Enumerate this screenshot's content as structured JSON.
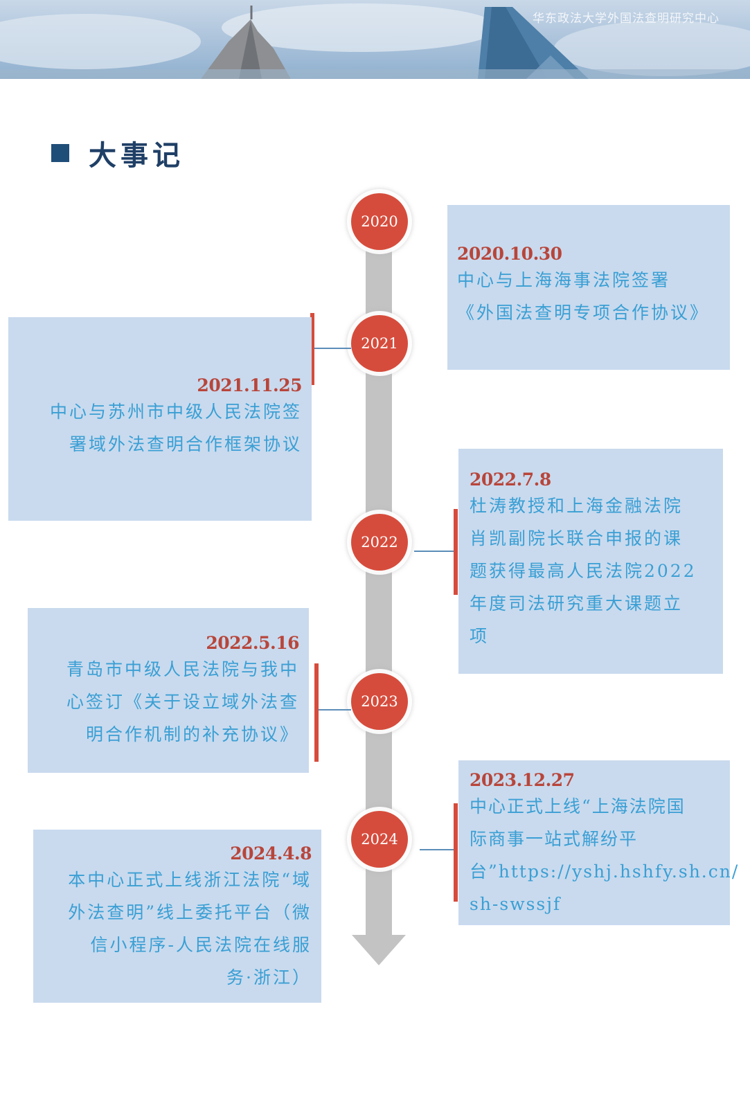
{
  "header": {
    "institution": "华东政法大学外国法查明研究中心"
  },
  "section": {
    "title": "大事记"
  },
  "years": [
    "2020",
    "2021",
    "2022",
    "2023",
    "2024"
  ],
  "events": [
    {
      "date": "2020.10.30",
      "lines": [
        "中心与上海海事法院签署",
        "《外国法查明专项合作协议》"
      ]
    },
    {
      "date": "2021.11.25",
      "lines": [
        "中心与苏州市中级人民法院签",
        "署域外法查明合作框架协议"
      ]
    },
    {
      "date": "2022.7.8",
      "lines": [
        "杜涛教授和上海金融法院",
        "肖凯副院长联合申报的课",
        "题获得最高人民法院2022",
        "年度司法研究重大课题立",
        "项"
      ]
    },
    {
      "date": "2022.5.16",
      "lines": [
        "青岛市中级人民法院与我中",
        "心签订《关于设立域外法查",
        "明合作机制的补充协议》"
      ]
    },
    {
      "date": "2023.12.27",
      "lines": [
        "中心正式上线“上海法院国",
        "际商事一站式解纷平",
        "台”https://yshj.hshfy.sh.cn/",
        "sh-swssjf"
      ]
    },
    {
      "date": "2024.4.8",
      "lines": [
        "本中心正式上线浙江法院“域",
        "外法查明”线上委托平台（微",
        "信小程序-人民法院在线服",
        "务·浙江）"
      ]
    }
  ],
  "colors": {
    "accent_red": "#d64c3c",
    "date_red": "#b8453a",
    "text_blue": "#3a9fd4",
    "card_bg": "#c9daee",
    "axis_gray": "#c3c3c3",
    "title_navy": "#1f3f66"
  }
}
